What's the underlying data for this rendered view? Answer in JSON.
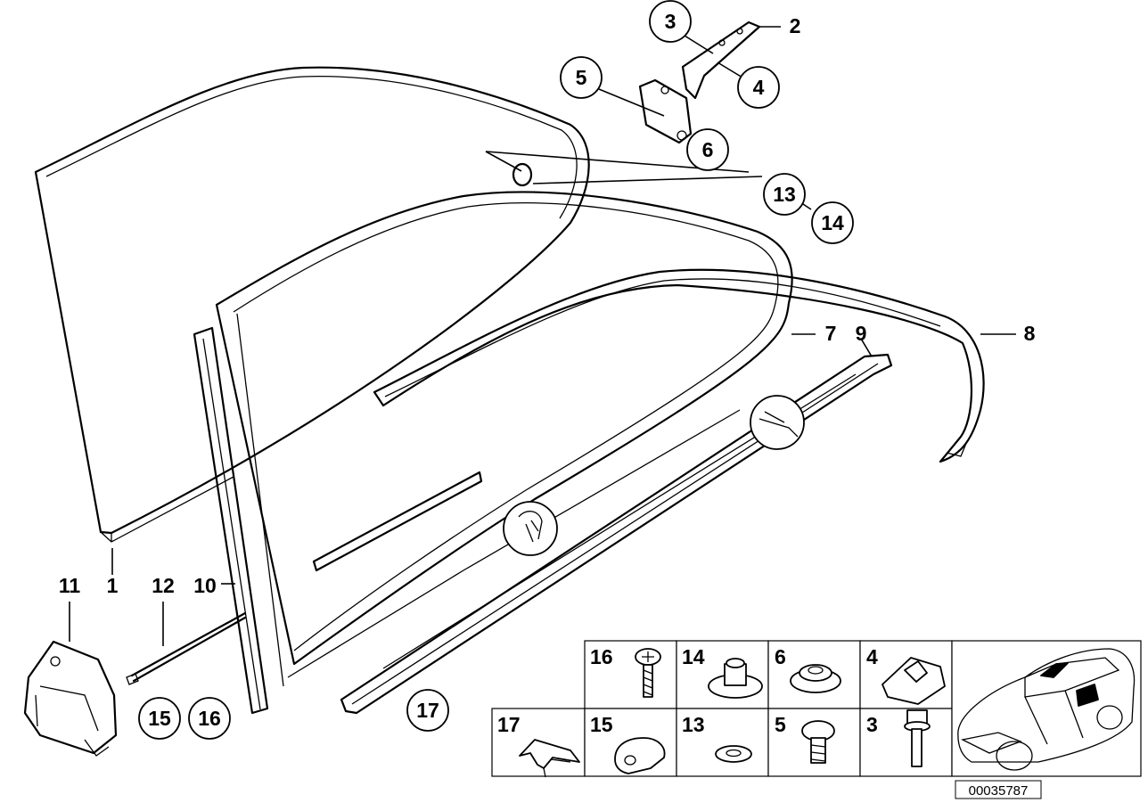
{
  "callouts": {
    "n2": "2",
    "n3": "3",
    "n4": "4",
    "n5": "5",
    "n6": "6",
    "n13": "13",
    "n14": "14",
    "n7": "7",
    "n8": "8",
    "n9": "9",
    "n11": "11",
    "n1": "1",
    "n12": "12",
    "n10": "10",
    "n15": "15",
    "n16": "16",
    "n17": "17"
  },
  "legend": {
    "c16": "16",
    "c14": "14",
    "c6": "6",
    "c4": "4",
    "c17": "17",
    "c15": "15",
    "c13": "13",
    "c5": "5",
    "c3": "3"
  },
  "reference_number": "00035787"
}
